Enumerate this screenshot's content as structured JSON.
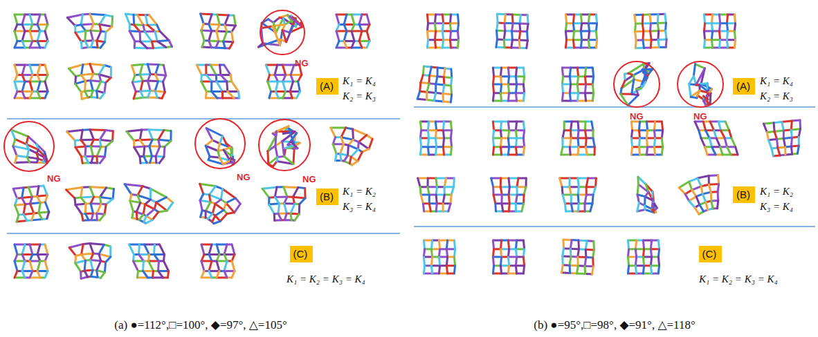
{
  "diagram": {
    "nodes": [
      {
        "text": [
          "NG"
        ]
      },
      {
        "text": [
          "(A)"
        ]
      },
      {
        "text": [
          "NG"
        ]
      },
      {
        "text": [
          "NG"
        ]
      },
      {
        "text": [
          "NG"
        ]
      },
      {
        "text": [
          "(B)"
        ]
      },
      {
        "text": [
          "(C)"
        ]
      },
      {
        "text": [
          "NG"
        ]
      },
      {
        "text": [
          "NG"
        ]
      },
      {
        "text": [
          "(A)"
        ]
      },
      {
        "text": [
          "(B)"
        ]
      },
      {
        "text": [
          "(C)"
        ]
      }
    ],
    "labels": [
      "K₁ = K₄",
      "K₂ = K₃",
      "K₁ = K₂",
      "K₃ = K₄",
      "K₁ = K₂ = K₃ = K₄",
      "(a) ●=112°,□=100°, ◆=97°, △=105°",
      "K₁ = K₄",
      "K₂ = K₃",
      "K₁ = K₂",
      "K₃ = K₄",
      "K₁ = K₂ = K₃ = K₄",
      "(b) ●=95°,□=98°, ◆=91°, △=118°"
    ]
  }
}
